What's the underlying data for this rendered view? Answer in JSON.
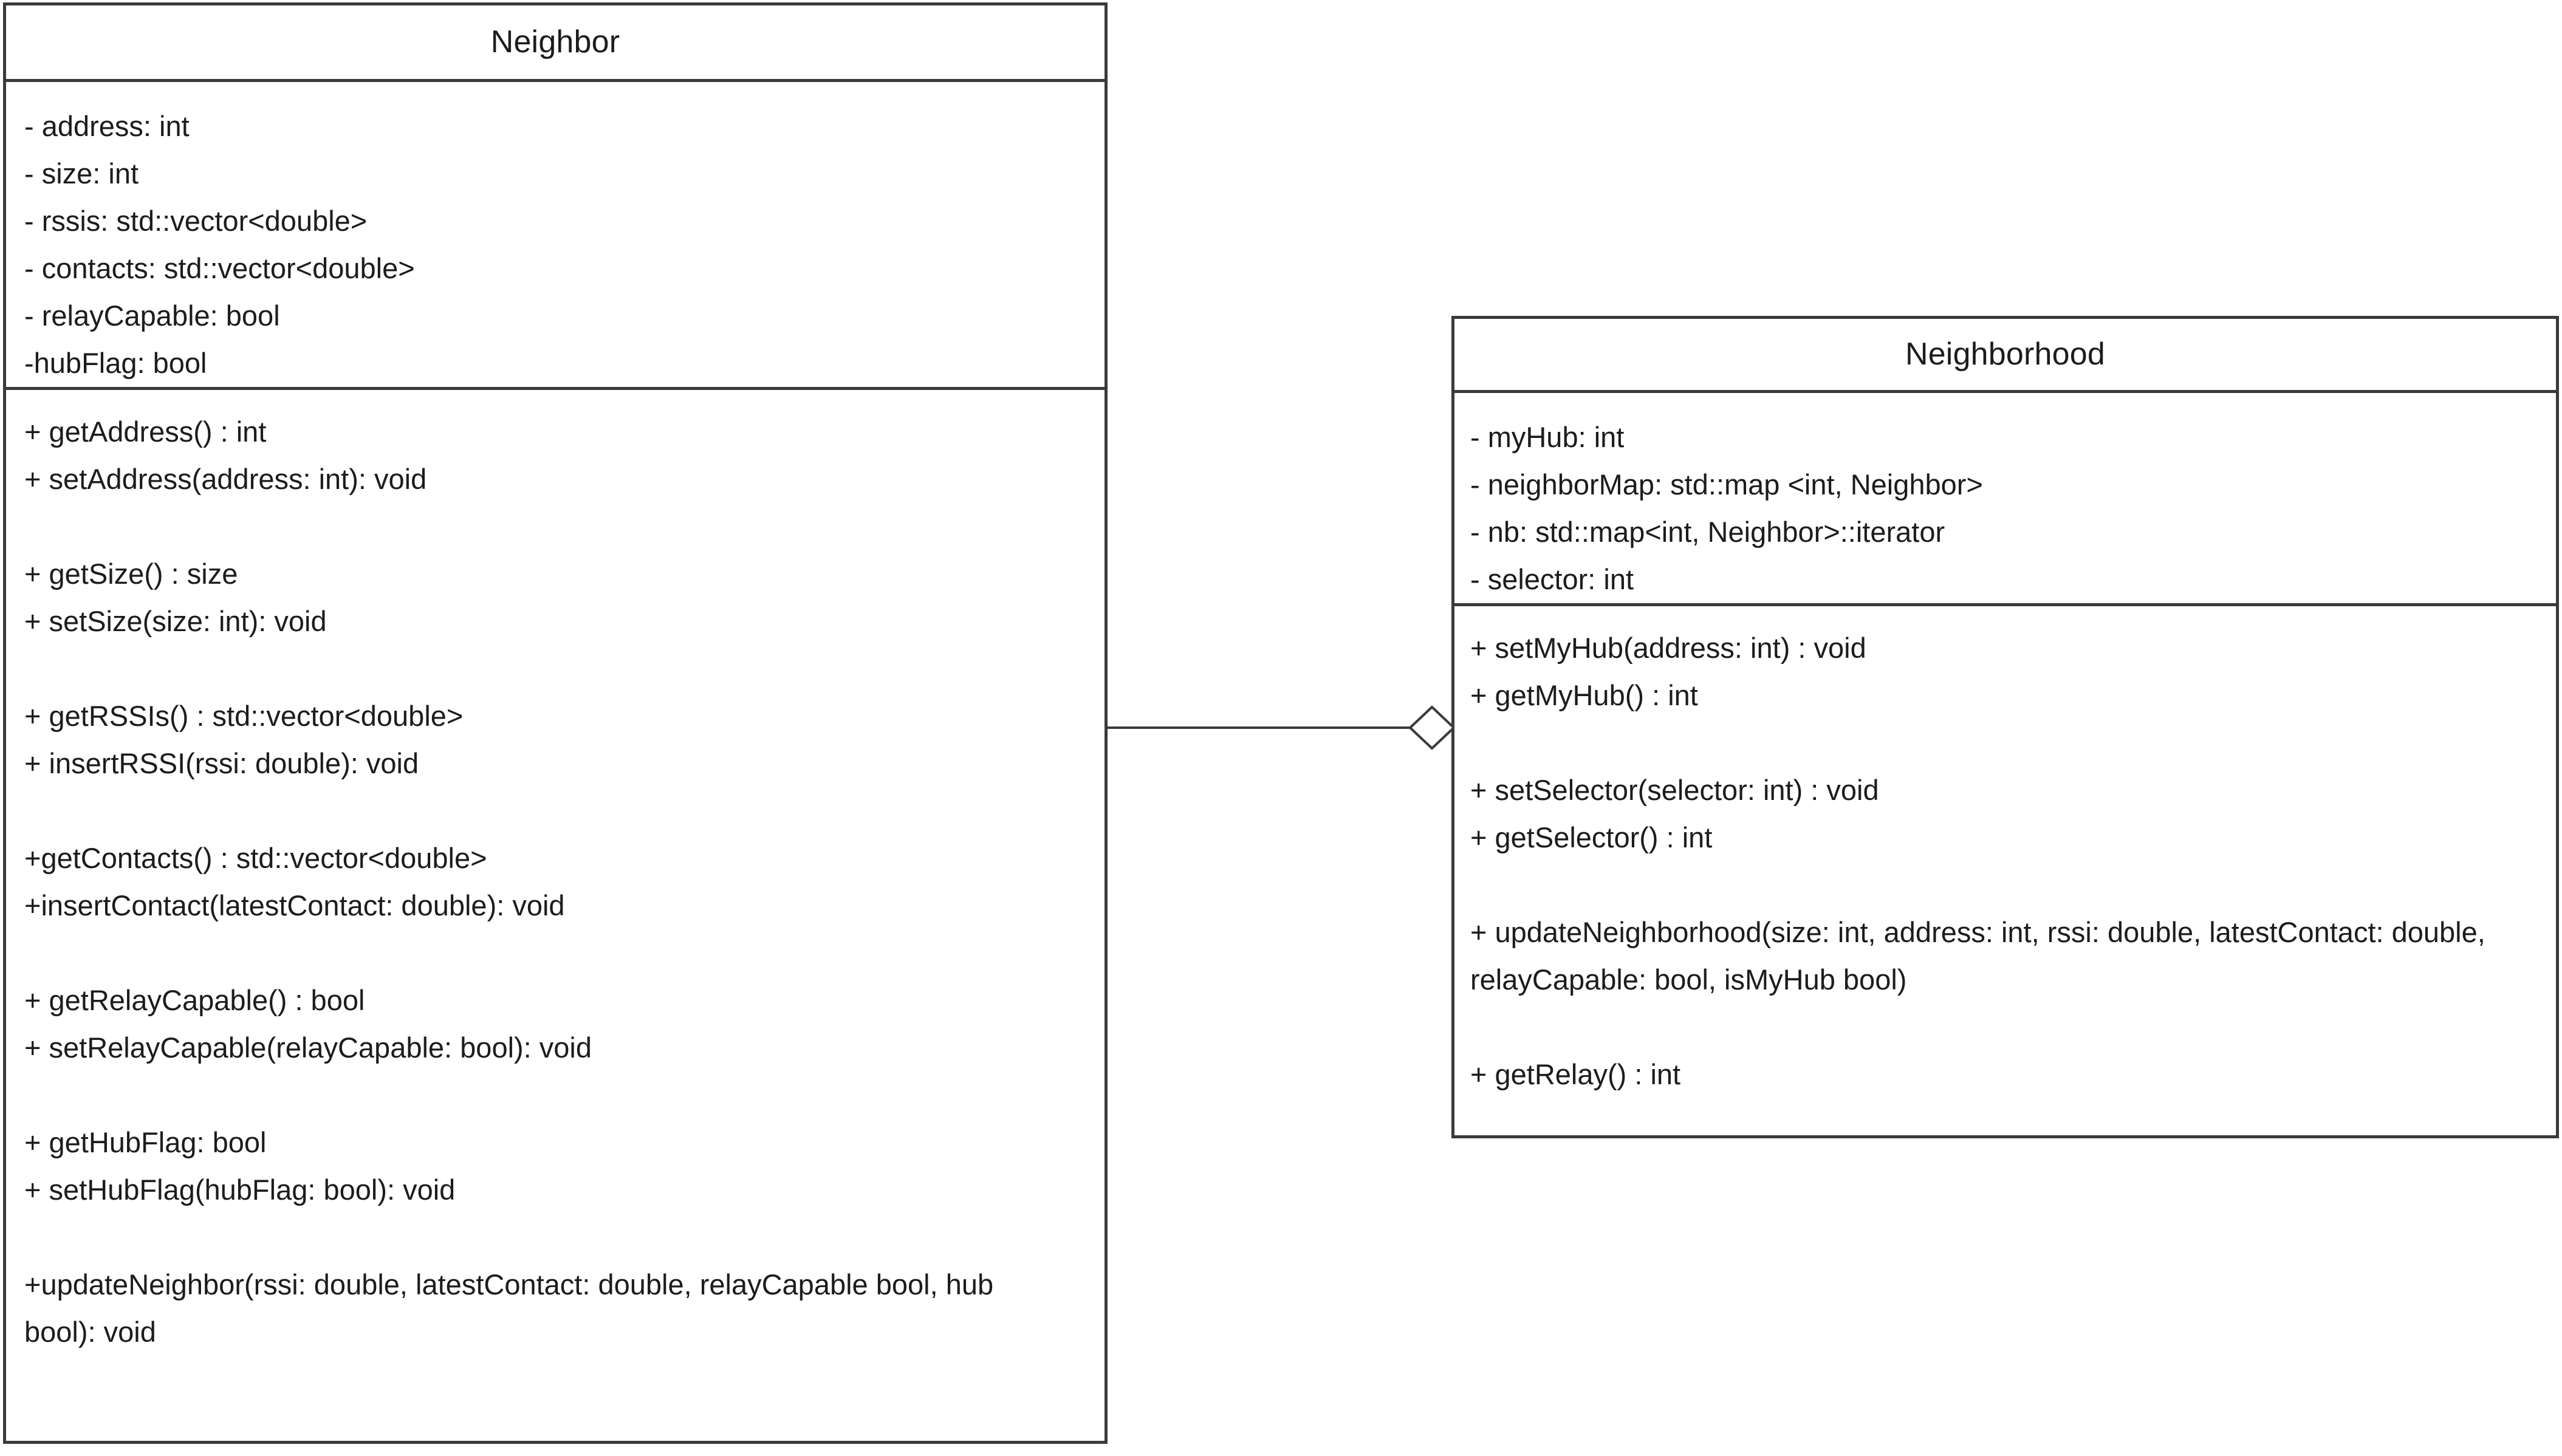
{
  "diagram": {
    "type": "uml-class-diagram",
    "background_color": "#ffffff",
    "line_color": "#3a3a3a",
    "text_color": "#1c1c1c"
  },
  "classes": [
    {
      "name": "Neighbor",
      "attributes": [
        "- address: int",
        "- size: int",
        "- rssis: std::vector<double>",
        "- contacts: std::vector<double>",
        "- relayCapable: bool",
        "-hubFlag: bool"
      ],
      "methods": [
        "+ getAddress() : int",
        "+ setAddress(address: int): void",
        "+ getSize() : size",
        "+ setSize(size: int): void",
        "+ getRSSIs() : std::vector<double>",
        "+ insertRSSI(rssi: double): void",
        "+getContacts() : std::vector<double>",
        "+insertContact(latestContact: double): void",
        "+ getRelayCapable() : bool",
        "+ setRelayCapable(relayCapable: bool): void",
        "+ getHubFlag: bool",
        "+ setHubFlag(hubFlag: bool): void",
        "+updateNeighbor(rssi: double, latestContact: double, relayCapable bool, hub bool): void"
      ]
    },
    {
      "name": "Neighborhood",
      "attributes": [
        "- myHub: int",
        "- neighborMap: std::map <int, Neighbor>",
        "- nb: std::map<int, Neighbor>::iterator",
        "- selector: int"
      ],
      "methods": [
        "+ setMyHub(address: int) : void",
        "+ getMyHub() : int",
        "+ setSelector(selector: int) : void",
        "+ getSelector() : int",
        "+ updateNeighborhood(size: int, address: int, rssi: double, latestContact: double, relayCapable: bool, isMyHub bool)",
        "+ getRelay() : int"
      ]
    }
  ],
  "relationship": {
    "kind": "aggregation",
    "source": "Neighbor",
    "target": "Neighborhood",
    "marker": "hollow-diamond"
  }
}
